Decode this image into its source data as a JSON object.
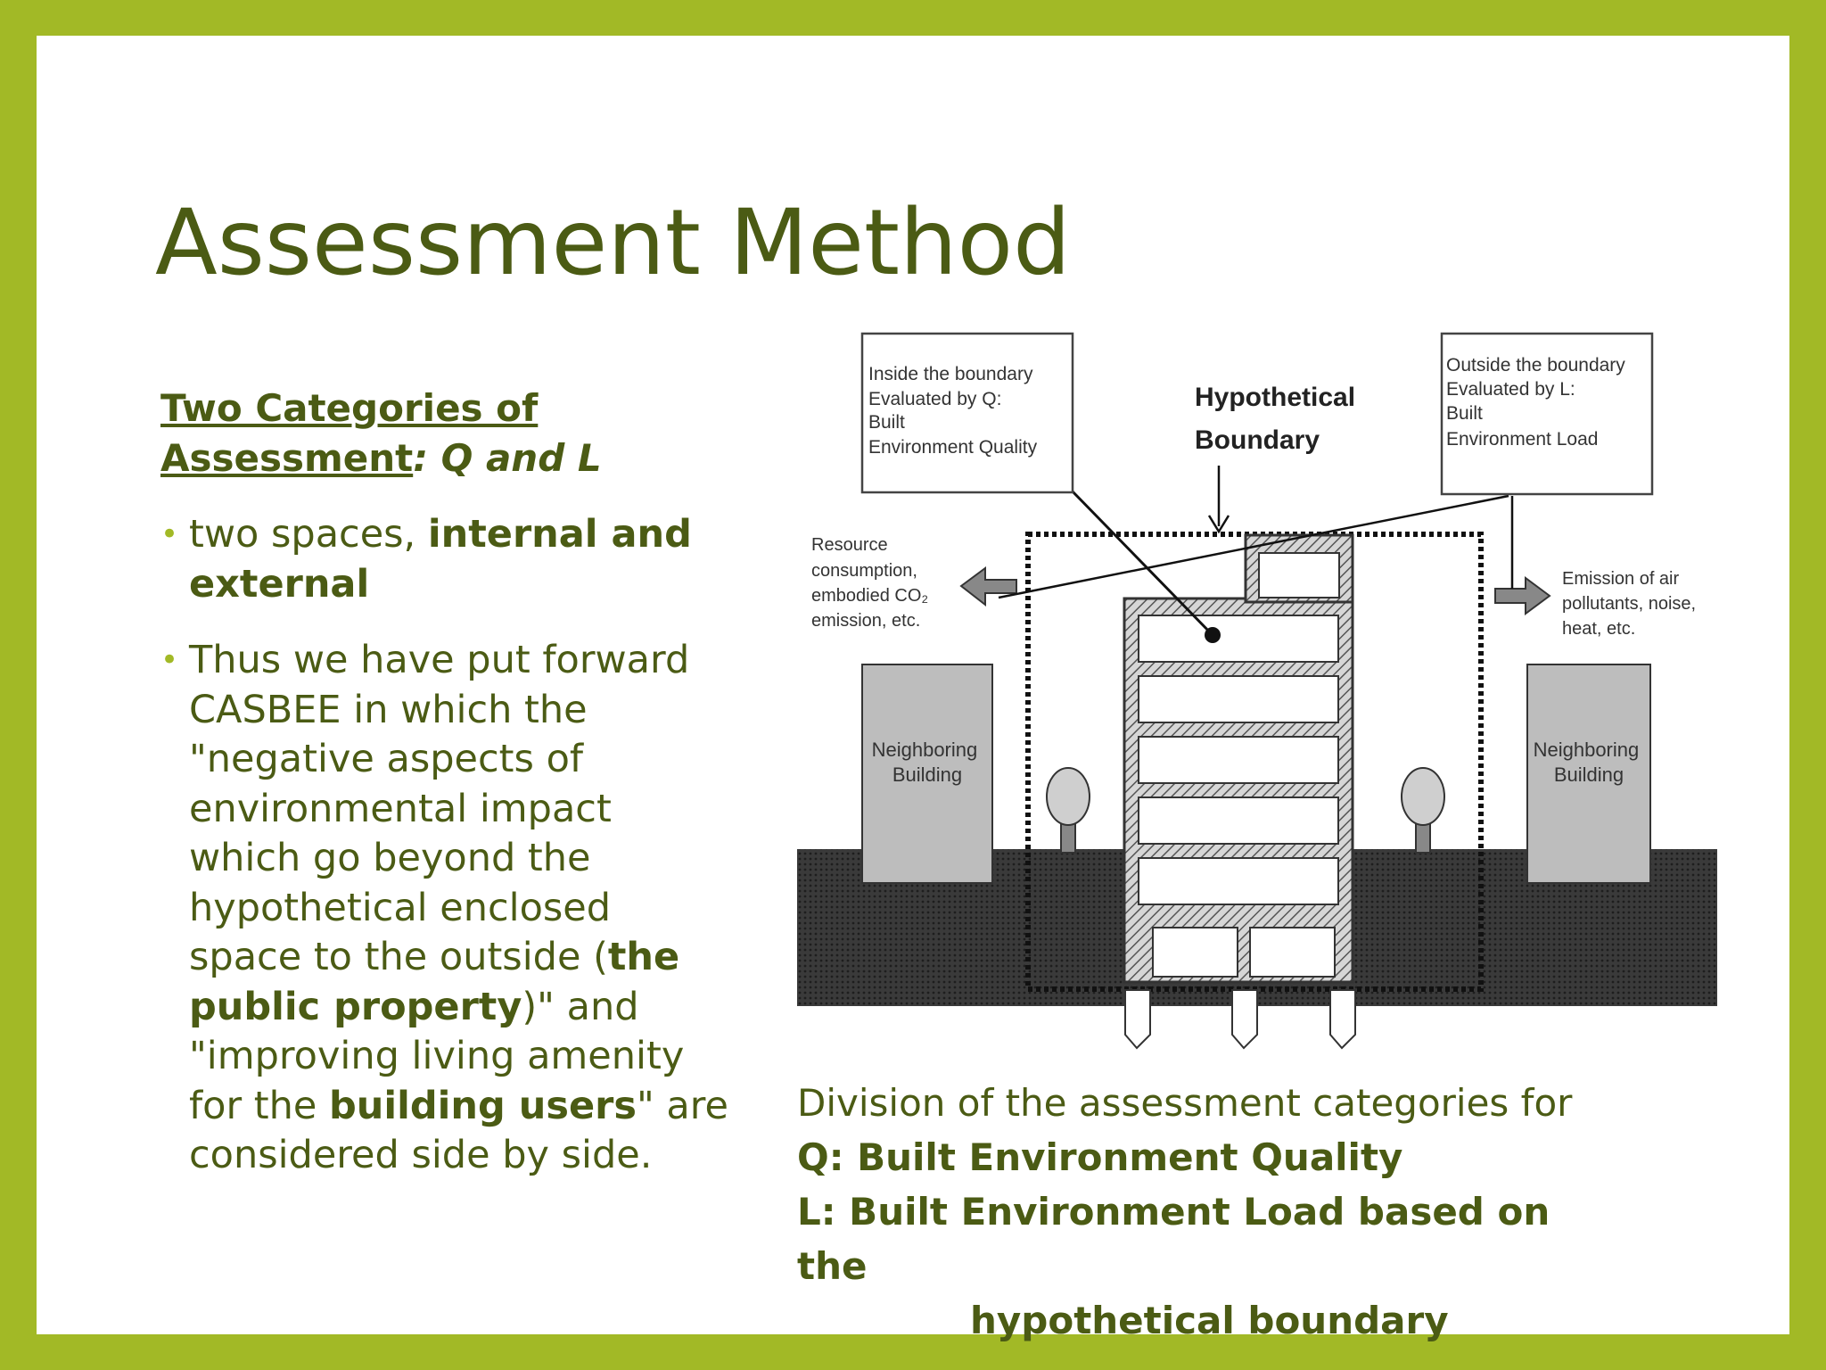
{
  "slide": {
    "title": "Assessment Method",
    "subheading": {
      "underlined": "Two Categories of Assessment",
      "italic": ": Q and L"
    },
    "bullets": [
      {
        "parts": [
          {
            "text": "two spaces, ",
            "bold": false
          },
          {
            "text": "internal and external",
            "bold": true
          }
        ]
      },
      {
        "parts": [
          {
            "text": " Thus we have put forward CASBEE in which the \"negative aspects of environmental impact which go beyond the hypothetical enclosed space to the outside (",
            "bold": false
          },
          {
            "text": "the public property",
            "bold": true
          },
          {
            "text": ")\" and \"improving living amenity for the ",
            "bold": false
          },
          {
            "text": "building users",
            "bold": true
          },
          {
            "text": "\" are considered side by side.",
            "bold": false
          }
        ]
      }
    ],
    "caption": {
      "line1": "Division of the assessment categories for",
      "line2": "Q: Built Environment Quality",
      "line3": "L: Built Environment Load based on the",
      "line4": "hypothetical boundary"
    }
  },
  "diagram": {
    "inside_box": [
      "Inside the boundary",
      "Evaluated by Q:",
      "Built",
      "Environment Quality"
    ],
    "outside_box": [
      "Outside the boundary",
      "Evaluated by L:",
      "Built",
      "Environment Load"
    ],
    "boundary_label": [
      "Hypothetical",
      "Boundary"
    ],
    "resource_label": [
      "Resource",
      "consumption,",
      "embodied CO₂",
      "emission, etc."
    ],
    "emission_label": [
      "Emission of air",
      "pollutants, noise,",
      "heat, etc."
    ],
    "neighbor_left": [
      "Neighboring",
      "Building"
    ],
    "neighbor_right": [
      "Neighboring",
      "Building"
    ]
  },
  "colors": {
    "frame": "#a2b926",
    "text": "#4b5b14"
  }
}
